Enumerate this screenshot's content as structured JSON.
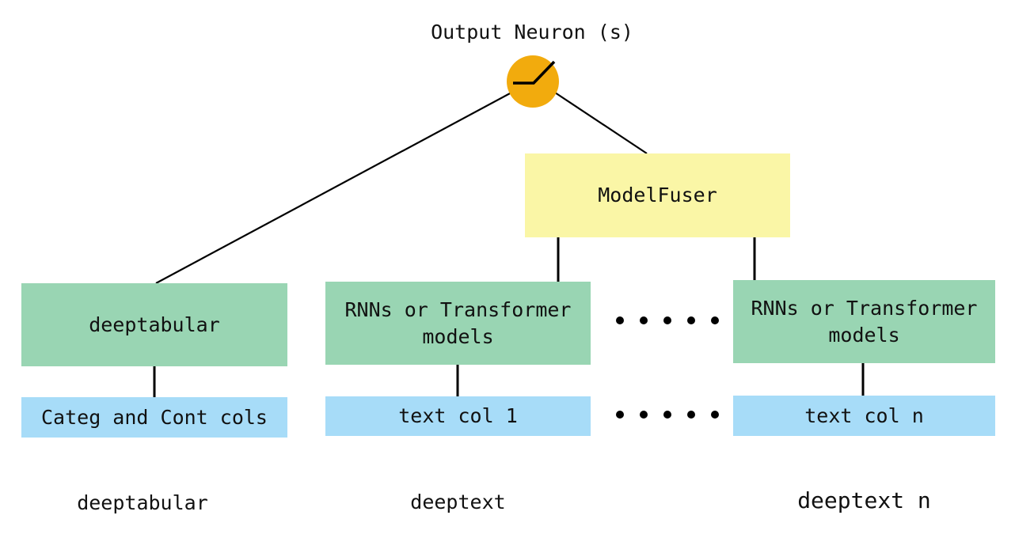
{
  "diagram": {
    "title": "Output Neuron (s)",
    "fuser_label": "ModelFuser",
    "columns": [
      {
        "model_label": "deeptabular",
        "input_label": "Categ and Cont cols",
        "caption": "deeptabular"
      },
      {
        "model_label": "RNNs or Transformer models",
        "input_label": "text col 1",
        "caption": "deeptext"
      },
      {
        "model_label": "RNNs or Transformer models",
        "input_label": "text col n",
        "caption": "deeptext n"
      }
    ],
    "icons": {
      "neuron": "relu-activation-neuron-icon",
      "ellipsis_models": "horizontal-dots-icon",
      "ellipsis_inputs": "horizontal-dots-icon"
    },
    "colors": {
      "neuron_fill": "#F2AB0D",
      "fuser_bg": "#FAF6A6",
      "model_bg": "#99D5B3",
      "input_bg": "#A7DCF8",
      "line": "#000000",
      "background": "#FFFFFF"
    }
  }
}
